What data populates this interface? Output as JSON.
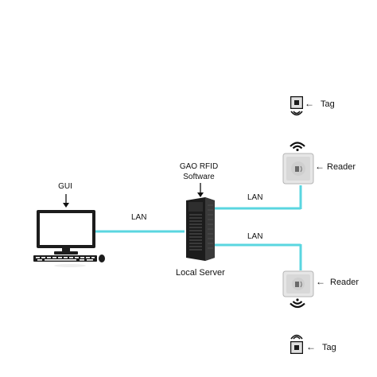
{
  "labels": {
    "gui": "GUI",
    "software_line1": "GAO RFID",
    "software_line2": "Software",
    "server": "Local Server",
    "lan_left": "LAN",
    "lan_top": "LAN",
    "lan_bottom": "LAN",
    "reader_top": "Reader",
    "reader_bottom": "Reader",
    "tag_top": "Tag",
    "tag_bottom": "Tag"
  },
  "colors": {
    "cable": "#5ad6e0",
    "device_dark": "#1c1c1c",
    "reader_body": "#e6e6e6",
    "reader_face": "#cfcfcf"
  },
  "icons": {
    "computer": "desktop-computer-icon",
    "server": "tower-server-icon",
    "reader": "rfid-reader-icon",
    "tag": "rfid-tag-icon",
    "signal": "wifi-signal-icon",
    "arrow": "left-arrow-icon"
  }
}
